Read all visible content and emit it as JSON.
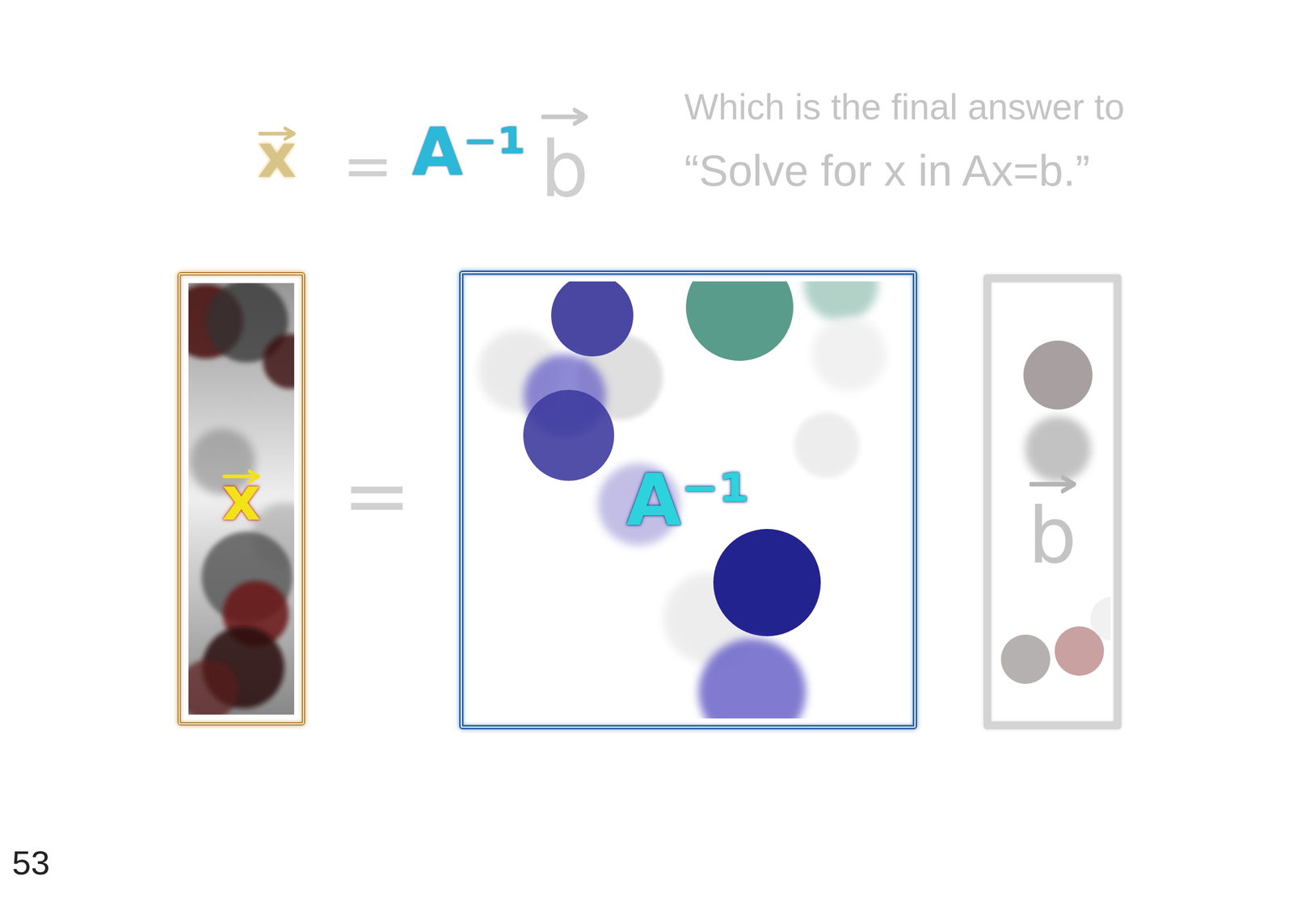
{
  "diagram": {
    "nodes": [
      {
        "text": [
          "x"
        ]
      },
      {
        "text": [
          "A⁻¹"
        ]
      },
      {
        "text": [
          "b"
        ]
      }
    ],
    "labels": [
      "x",
      "=",
      "A⁻¹",
      "b",
      "Which is the final answer to",
      "“Solve for x in Ax=b.”",
      "=",
      "53"
    ]
  }
}
